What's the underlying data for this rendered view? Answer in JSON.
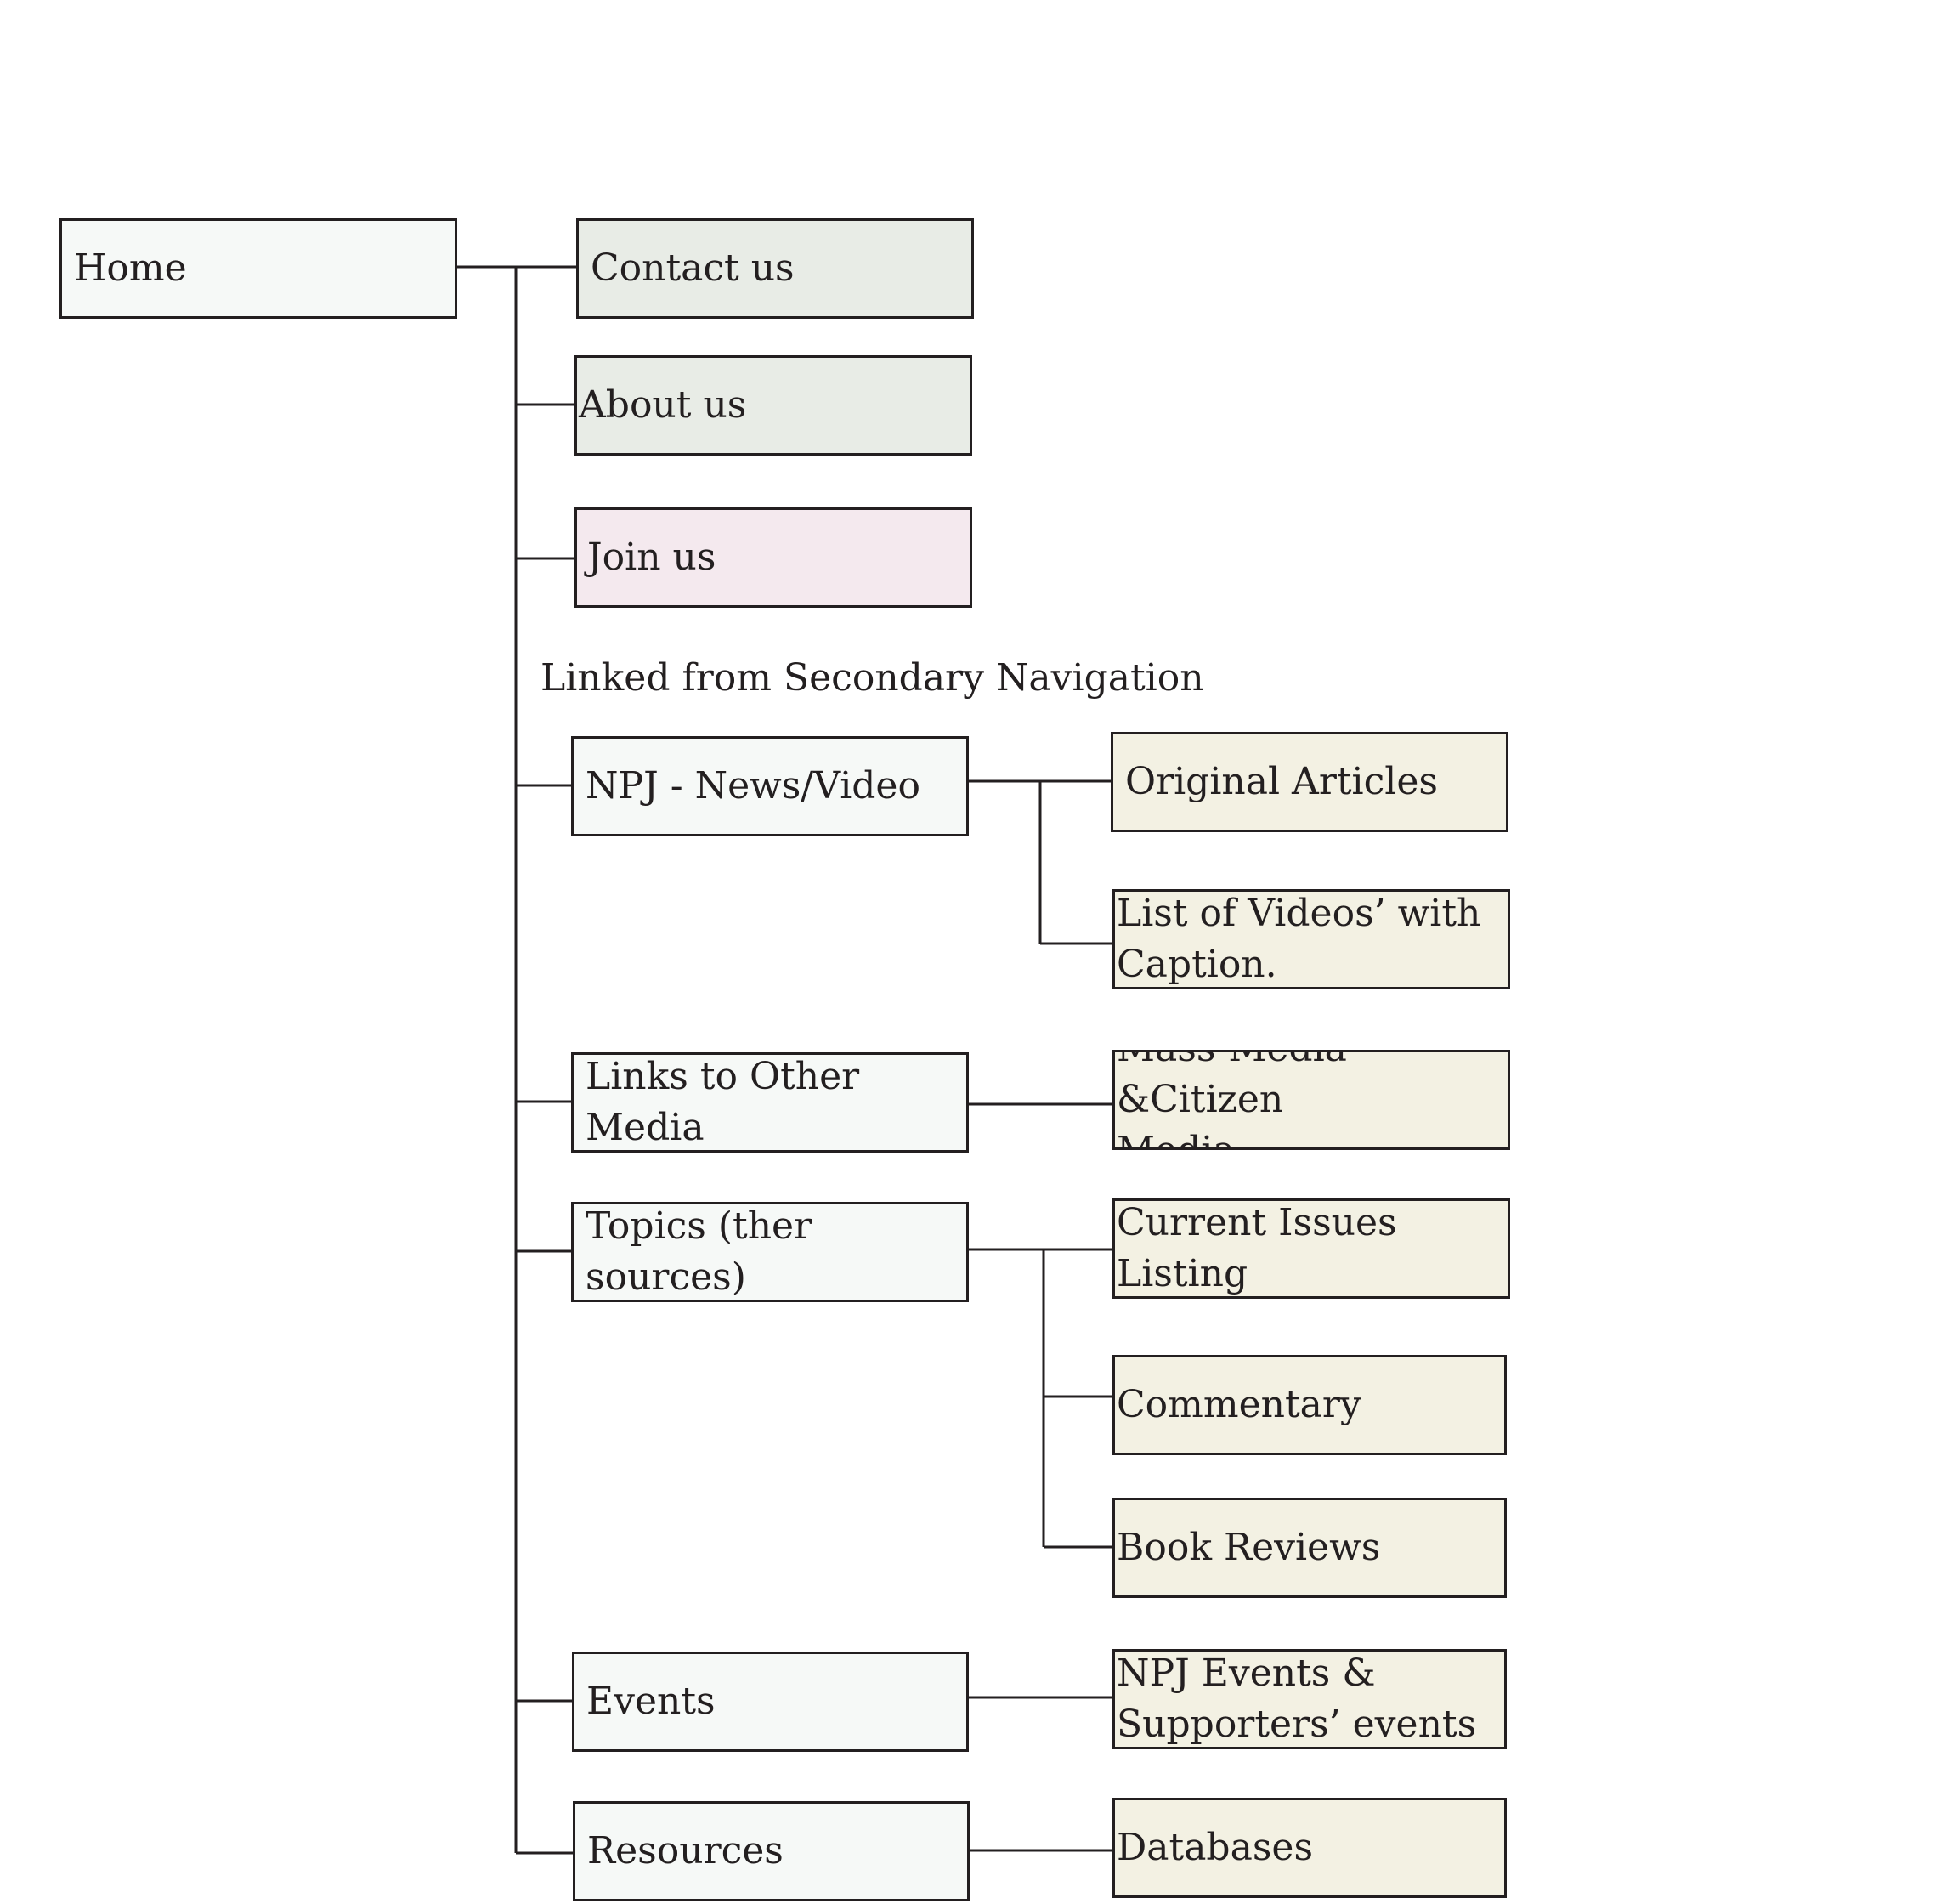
{
  "colors": {
    "line": "#231f20",
    "home_fill": "#f6f9f7",
    "primary_fill": "#e8ece6",
    "join_fill": "#f4e9ee",
    "secondary_fill": "#f6f9f7",
    "leaf_fill": "#f3f1e3"
  },
  "nodes": {
    "home": "Home",
    "contact": "Contact us",
    "about": "About us",
    "join": "Join us",
    "npj_news_video": "NPJ - News/Video",
    "original_articles": "Original Articles",
    "list_of_videos": "List of Videos’ with\nCaption.",
    "links_other_media": "Links to Other Media",
    "mass_media": "Mass-Media &Citizen\nMedia",
    "topics": "Topics (ther sources)",
    "current_issues": "Current Issues Listing",
    "commentary": "Commentary",
    "book_reviews": "Book Reviews",
    "events": "Events",
    "npj_events": "NPJ Events &\nSupporters’ events",
    "resources": "Resources",
    "databases": "Databases"
  },
  "section_label": "Linked from Secondary Navigation"
}
